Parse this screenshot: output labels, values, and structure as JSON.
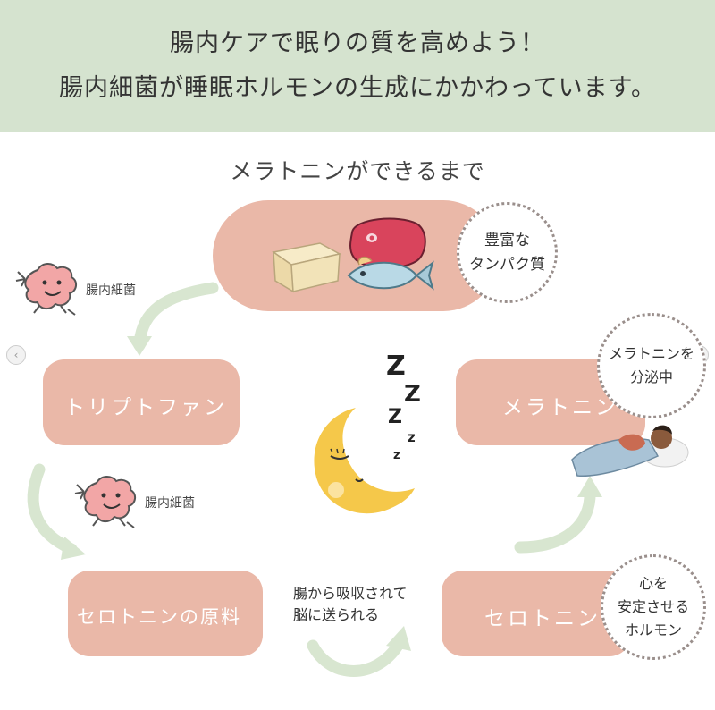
{
  "header": {
    "line1": "腸内ケアで眠りの質を高めよう！",
    "line2": "腸内細菌が睡眠ホルモンの生成にかかわっています。"
  },
  "subtitle": "メラトニンができるまで",
  "bubbles": {
    "protein": [
      "豊富な",
      "タンパク質"
    ],
    "melatonin": [
      "メラトニンを",
      "分泌中"
    ],
    "serotonin": [
      "心を",
      "安定させる",
      "ホルモン"
    ]
  },
  "steps": {
    "tryptophan": "トリプトファン",
    "serotonin_source": "セロトニンの原料",
    "serotonin": "セロトニン",
    "melatonin": "メラトニン"
  },
  "microbe_label": "腸内細菌",
  "transit": [
    "腸から吸収されて",
    "脳に送られる"
  ],
  "sleep_letters": [
    "Z",
    "Z",
    "Z",
    "z",
    "z"
  ],
  "colors": {
    "header_bg": "#d5e3cf",
    "pill": "#eab8a8",
    "arrow": "#d8e6d0",
    "moon": "#f5c84a"
  }
}
